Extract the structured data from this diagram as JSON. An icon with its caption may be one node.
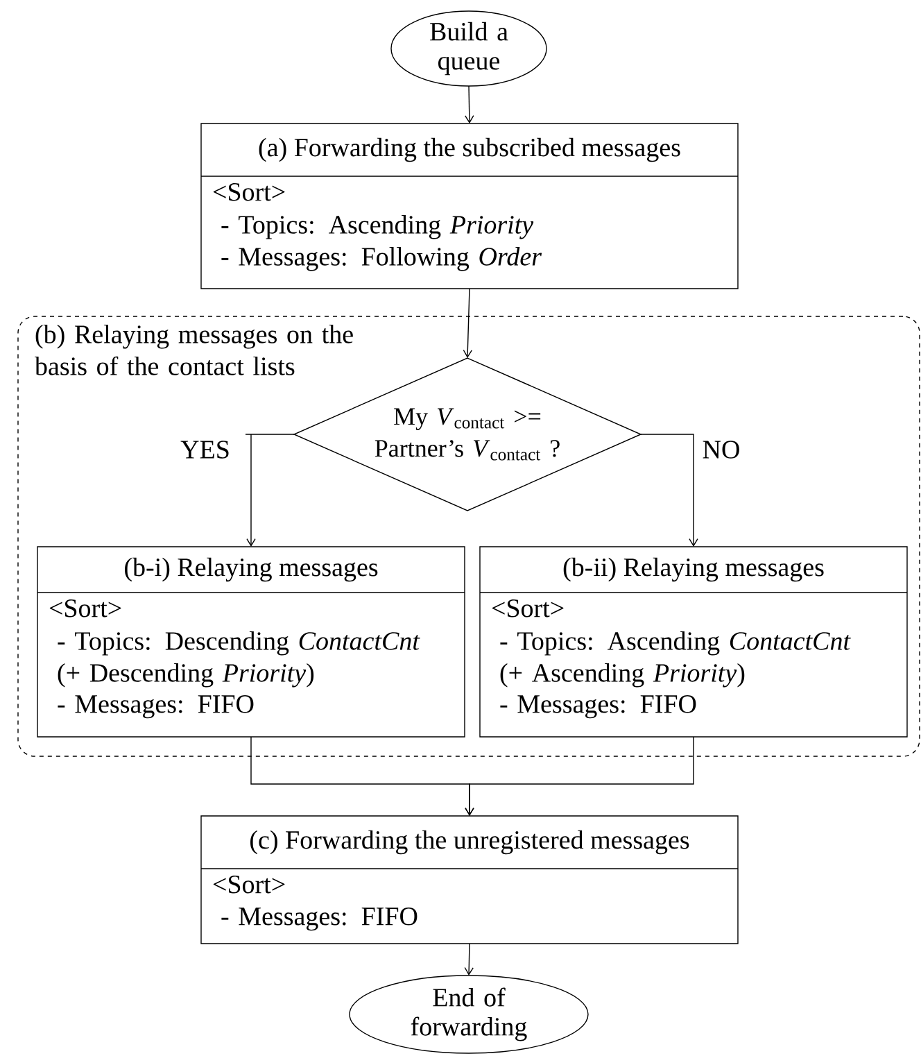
{
  "diagram": {
    "nodes": [
      {
        "text": [
          "Build a queue"
        ]
      },
      {
        "text": [
          "(a) Forwarding the subscribed messages",
          "<Sort>",
          "- Topics: Ascending *Priority*",
          "- Messages: Following *Order*"
        ]
      },
      {
        "text": [
          "(b) Relaying messages on the basis of the contact lists"
        ]
      },
      {
        "text": [
          "My *V*$_{contact}$ >= Partner’s *V*$_{contact}$ ?"
        ],
        "in": 2
      },
      {
        "text": [
          "(b-i) Relaying messages",
          "<Sort>",
          "- Topics: Descending *ContactCnt* (+ Descending *Priority*)",
          "- Messages: FIFO"
        ],
        "in": 2
      },
      {
        "text": [
          "(b-ii) Relaying messages",
          "<Sort>",
          "- Topics: Ascending *ContactCnt* (+ Ascending *Priority*)",
          "- Messages: FIFO"
        ],
        "in": 2
      },
      {
        "text": [
          "(c) Forwarding the unregistered messages",
          "<Sort>",
          "- Messages: FIFO"
        ]
      },
      {
        "text": [
          "End of forwarding"
        ]
      }
    ],
    "edges": [
      {
        "from": 0,
        "to": 1,
        "arrow": "to"
      },
      {
        "from": 1,
        "to": 3,
        "arrow": "to"
      },
      {
        "from": 3,
        "to": 4,
        "arrow": "to",
        "label": "YES"
      },
      {
        "from": 3,
        "to": 5,
        "arrow": "to",
        "label": "NO"
      },
      {
        "from": 4,
        "to": 6,
        "arrow": "to"
      },
      {
        "from": 5,
        "to": 6,
        "arrow": "to"
      },
      {
        "from": 6,
        "to": 7,
        "arrow": "to"
      }
    ]
  }
}
